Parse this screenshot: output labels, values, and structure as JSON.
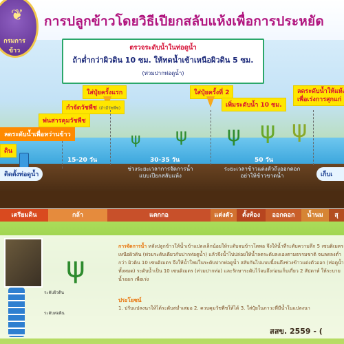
{
  "header": {
    "title": "การปลูกข้าวโดยวิธีเปียกสลับแห้งเพื่อการประหยัด",
    "logo_text": "กรมการข้าว"
  },
  "pipe_box": {
    "title": "ตรวจระดับน้ำในท่อดูน้ำ",
    "line1": "ถ้าต่ำกว่าผิวดิน 10 ซม. ให้ทดน้ำเข้าเหนือผิวดิน 5 ซม.",
    "note": "(ท่วมปากท่อดูน้ำ)"
  },
  "tags": {
    "fertilizer1": "ใส่ปุ๋ยครั้งแรก",
    "fertilizer2": "ใส่ปุ๋ยครั้งที่ 2",
    "weed_control": "กำจัดวัชพืช",
    "weed_note": "(ถ้ามีวัชพืช)",
    "herbicide": "พ่นสารคุมวัชพืช",
    "lower_water": "ลดระดับน้ำเพื่อหว่านข้าว",
    "raise_water": "เพิ่มระดับน้ำ 10 ซม.",
    "drain": "ลดระดับน้ำให้แห้ง",
    "drain2": "เพื่อเร่งการสุกแก่",
    "soil_left": "ดิน"
  },
  "field": {
    "install_pipe": "ติดตั้งท่อดูน้ำ",
    "days_1": "15-20 วัน",
    "days_2": "30-35 วัน",
    "days_3": "50 วัน",
    "awd_period_1": "ช่วงระยะเวลาการจัดการน้ำ",
    "awd_period_2": "แบบเปียกสลับแห้ง",
    "flower_1": "ระยะเวลาข้าวแต่งตัวถึงออกดอก",
    "flower_2": "อย่าให้ข้าวขาดน้ำ",
    "harvest": "เก็บเ"
  },
  "stages": [
    {
      "label": "เตรียมดิน",
      "color": "#d94a1f"
    },
    {
      "label": "กล้า",
      "color": "#e58b3d"
    },
    {
      "label": "แตกกอ",
      "color": "#c8502a"
    },
    {
      "label": "แต่งตัว",
      "color": "#d2722f"
    },
    {
      "label": "ตั้งท้อง",
      "color": "#b7451f"
    },
    {
      "label": "ออกดอก",
      "color": "#c95f2a"
    },
    {
      "label": "น้ำนม",
      "color": "#d68534"
    },
    {
      "label": "สุ",
      "color": "#b34e20"
    }
  ],
  "panel": {
    "tube_label_top": "ระดับผิวดิน",
    "tube_label_bottom": "ระดับท่อดิน",
    "body_lead": "การจัดการน้ำ",
    "body_text": "หลังปลูกข้าวให้น้ำเข้าแปลงเล็กน้อยให้ระดับจนข้าวโตพอ จึงให้น้ำที่ระดับความลึก 5 เซนติเมตร เหนือผิวดิน (ท่วมระดับเดียวกับปากท่อดูน้ำ) แล้วจึงน้ำไปปล่อยให้น้ำลดระดับลงเองตามธรรมชาติ จนลดลงต่ำกว่า ผิวดิน 10 เซนติเมตร จึงให้น้ำใหม่ในระดับปากท่อดูน้ำ สลับกันไปแบบนี้จนถึงช่วงข้าวแต่งตัวออก (ท่อดูน้ำทั้งหมด) ระดับน้ำเป็น 10 เซนติเมตร (ท่วมปากท่อ) และรักษาระดับไว้จนถึงก่อนเก็บเกี่ยว 2 สัปดาห์ ให้ระบายน้ำออก เพื่อเร่ง",
    "benefit_title": "ประโยชน์",
    "benefits": "1. ปรับแปลงนาให้ได้ระดับสม่ำเสมอ  2. ควบคุมวัชพืชให้ได้  3. ใส่ปุ๋ยในภาวะที่มีน้ำในแปลงนา",
    "footer": "สสข. 2559 - ("
  },
  "colors": {
    "title": "#b0137e",
    "tag_yellow": "#ffe600",
    "tag_orange": "#ff8a00",
    "water": "#3aa5dc",
    "soil": "#4a2d14",
    "grass": "#8cc63f"
  }
}
